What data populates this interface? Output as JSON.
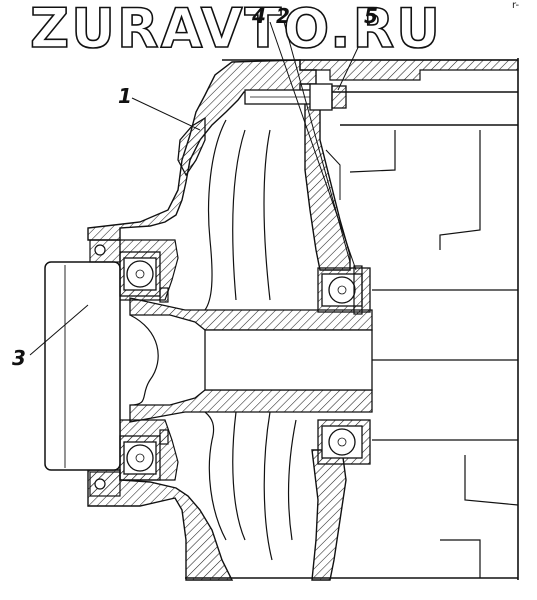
{
  "watermark": "ZURAVTO.RU",
  "corner_mark": "r-",
  "callouts": [
    "1",
    "2",
    "3",
    "4",
    "5"
  ]
}
